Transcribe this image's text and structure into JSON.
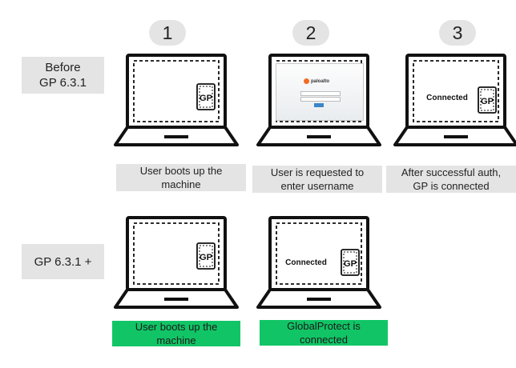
{
  "steps": [
    "1",
    "2",
    "3"
  ],
  "rows": {
    "before": {
      "label": "Before\nGP 6.3.1"
    },
    "after": {
      "label": "GP 6.3.1 +"
    }
  },
  "laptops": {
    "gp_badge": "GP",
    "connected_text": "Connected"
  },
  "login_screen": {
    "brand": "paloalto"
  },
  "captions": {
    "before": [
      "User boots up the\nmachine",
      "User is requested to\nenter username",
      "After successful auth,\nGP is connected"
    ],
    "after": [
      "User boots up the\nmachine",
      "GlobalProtect is\nconnected"
    ]
  },
  "colors": {
    "neutral_box": "#e4e4e4",
    "highlight_box": "#11c566",
    "brand_orange": "#f26b21"
  }
}
